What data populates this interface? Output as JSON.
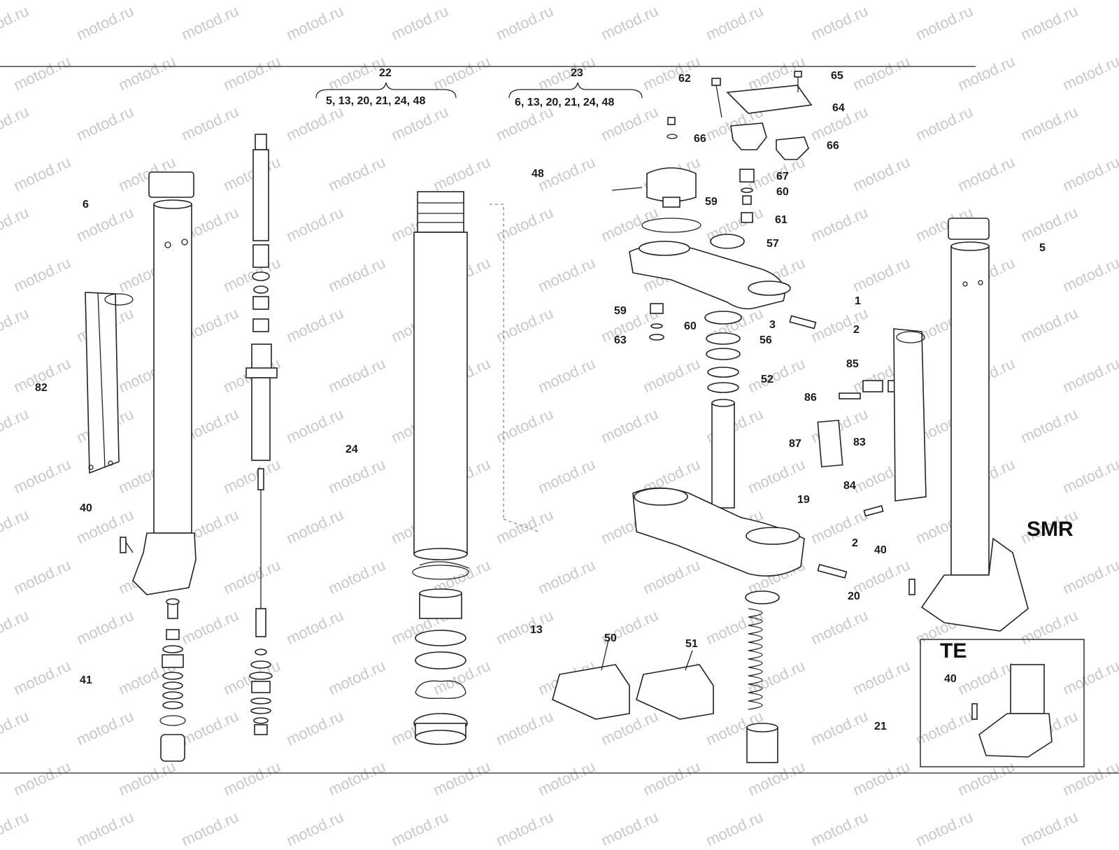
{
  "watermark": "motod.ru",
  "group_22": {
    "number": "22",
    "parts": "5, 13, 20, 21, 24, 48"
  },
  "group_23": {
    "number": "23",
    "parts": "6, 13, 20, 21, 24, 48"
  },
  "variant_smr": "SMR",
  "variant_te": "TE",
  "labels": {
    "l1": "1",
    "l2a": "2",
    "l2b": "2",
    "l3": "3",
    "l5": "5",
    "l6": "6",
    "l13": "13",
    "l19": "19",
    "l20": "20",
    "l21": "21",
    "l24": "24",
    "l40a": "40",
    "l40b": "40",
    "l40c": "40",
    "l41": "41",
    "l48": "48",
    "l50": "50",
    "l51": "51",
    "l52": "52",
    "l56": "56",
    "l57": "57",
    "l59a": "59",
    "l59b": "59",
    "l60a": "60",
    "l60b": "60",
    "l61": "61",
    "l62": "62",
    "l63": "63",
    "l64": "64",
    "l65": "65",
    "l66a": "66",
    "l66b": "66",
    "l67": "67",
    "l82": "82",
    "l83": "83",
    "l84": "84",
    "l85": "85",
    "l86": "86",
    "l87": "87"
  }
}
